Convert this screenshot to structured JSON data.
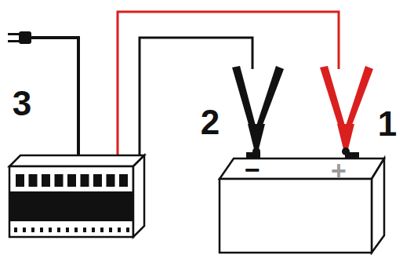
{
  "diagram": {
    "labels": [
      "3",
      "2",
      "1",
      "−",
      "+"
    ]
  }
}
